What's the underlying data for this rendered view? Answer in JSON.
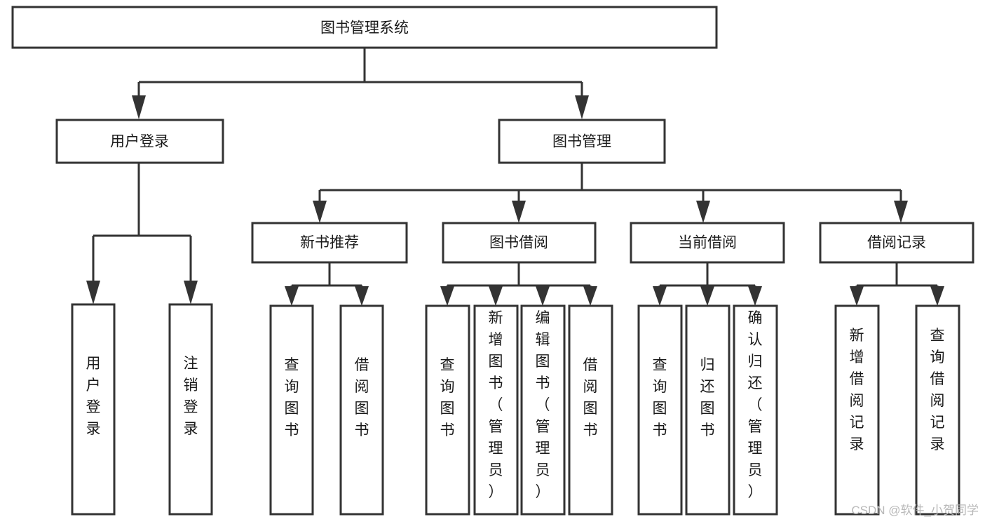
{
  "diagram": {
    "type": "tree-hierarchy-diagram",
    "title": "图书管理系统",
    "orientation": "top-down",
    "accent_color": "#333333",
    "box_fill": "#ffffff",
    "text_color": "#1a1a1a",
    "levels": {
      "level1": [
        {
          "id": "root",
          "label": "图书管理系统"
        }
      ],
      "level2": [
        {
          "id": "user-login",
          "label": "用户登录",
          "parent": "root"
        },
        {
          "id": "book-manage",
          "label": "图书管理",
          "parent": "root"
        }
      ],
      "level3": [
        {
          "id": "new-book-rec",
          "label": "新书推荐",
          "parent": "book-manage"
        },
        {
          "id": "book-borrow",
          "label": "图书借阅",
          "parent": "book-manage"
        },
        {
          "id": "current-borrow",
          "label": "当前借阅",
          "parent": "book-manage"
        },
        {
          "id": "borrow-record",
          "label": "借阅记录",
          "parent": "book-manage"
        }
      ],
      "leaves": [
        {
          "id": "leaf-user-login",
          "label": "用户登录",
          "parent": "user-login"
        },
        {
          "id": "leaf-user-logout",
          "label": "注销登录",
          "parent": "user-login"
        },
        {
          "id": "leaf-query-book-1",
          "label": "查询图书",
          "parent": "new-book-rec"
        },
        {
          "id": "leaf-borrow-book-1",
          "label": "借阅图书",
          "parent": "new-book-rec"
        },
        {
          "id": "leaf-query-book-2",
          "label": "查询图书",
          "parent": "book-borrow"
        },
        {
          "id": "leaf-add-book",
          "label": "新增图书（管理员）",
          "parent": "book-borrow"
        },
        {
          "id": "leaf-edit-book",
          "label": "编辑图书（管理员）",
          "parent": "book-borrow"
        },
        {
          "id": "leaf-borrow-book-2",
          "label": "借阅图书",
          "parent": "book-borrow"
        },
        {
          "id": "leaf-query-book-3",
          "label": "查询图书",
          "parent": "current-borrow"
        },
        {
          "id": "leaf-return-book",
          "label": "归还图书",
          "parent": "current-borrow"
        },
        {
          "id": "leaf-confirm-return",
          "label": "确认归还（管理员）",
          "parent": "current-borrow"
        },
        {
          "id": "leaf-add-record",
          "label": "新增借阅记录",
          "parent": "borrow-record"
        },
        {
          "id": "leaf-query-record",
          "label": "查询借阅记录",
          "parent": "borrow-record"
        }
      ]
    }
  },
  "watermark": {
    "text": "CSDN @软件_小贺同学"
  }
}
